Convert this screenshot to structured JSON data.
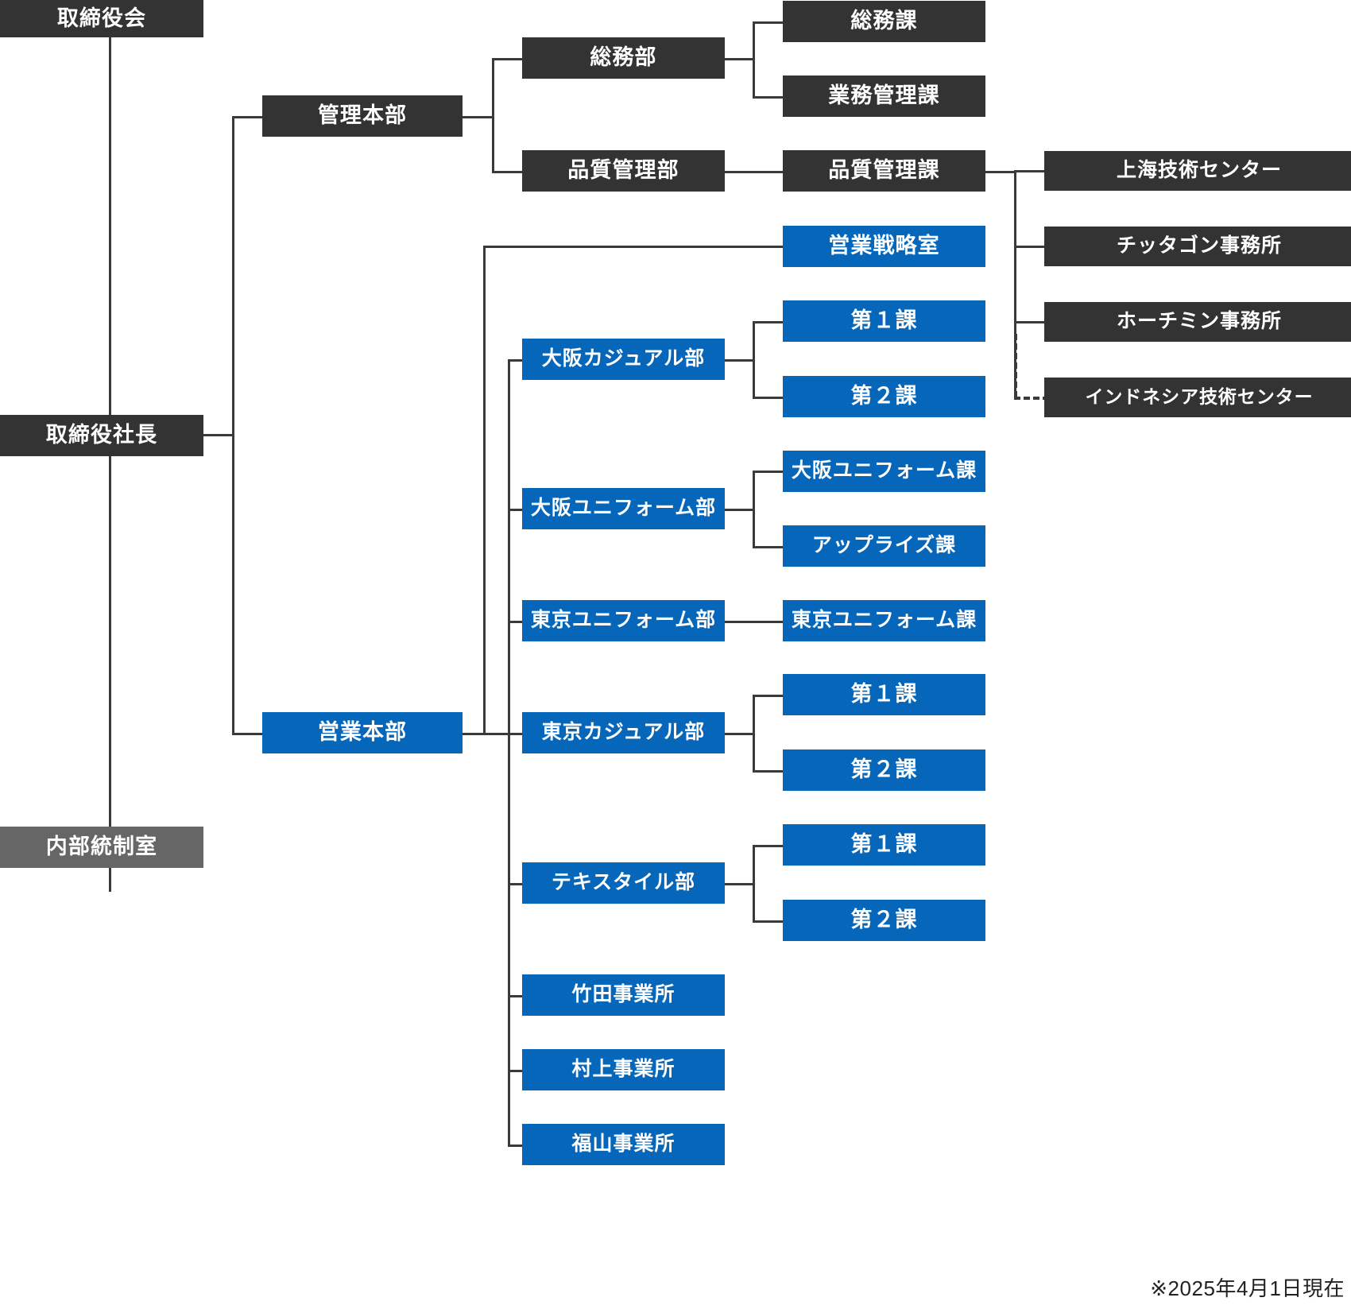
{
  "chart": {
    "title_visible": false,
    "footnote": "※2025年4月1日現在",
    "colors": {
      "dark": "#333333",
      "blue": "#0667ba",
      "gray": "#666666",
      "line": "#3a3a3a",
      "background": "#ffffff",
      "text": "#ffffff"
    }
  },
  "nodes": {
    "board_of_directors": "取締役会",
    "president": "取締役社長",
    "internal_control_office": "内部統制室",
    "admin_hq": "管理本部",
    "general_affairs_dept": "総務部",
    "general_affairs_sec": "総務課",
    "business_mgmt_sec": "業務管理課",
    "quality_control_dept": "品質管理部",
    "quality_control_sec": "品質管理課",
    "shanghai_tech_center": "上海技術センター",
    "chittagong_office": "チッタゴン事務所",
    "hochiminh_office": "ホーチミン事務所",
    "indonesia_tech_center": "インドネシア技術センター",
    "sales_hq": "営業本部",
    "sales_strategy_office": "営業戦略室",
    "osaka_casual_dept": "大阪カジュアル部",
    "osaka_casual_sec1": "第１課",
    "osaka_casual_sec2": "第２課",
    "osaka_uniform_dept": "大阪ユニフォーム部",
    "osaka_uniform_sec": "大阪ユニフォーム課",
    "uprise_sec": "アップライズ課",
    "tokyo_uniform_dept": "東京ユニフォーム部",
    "tokyo_uniform_sec": "東京ユニフォーム課",
    "tokyo_casual_dept": "東京カジュアル部",
    "tokyo_casual_sec1": "第１課",
    "tokyo_casual_sec2": "第２課",
    "textile_dept": "テキスタイル部",
    "textile_sec1": "第１課",
    "textile_sec2": "第２課",
    "takeda_office": "竹田事業所",
    "murakami_office": "村上事業所",
    "fukuyama_office": "福山事業所"
  }
}
